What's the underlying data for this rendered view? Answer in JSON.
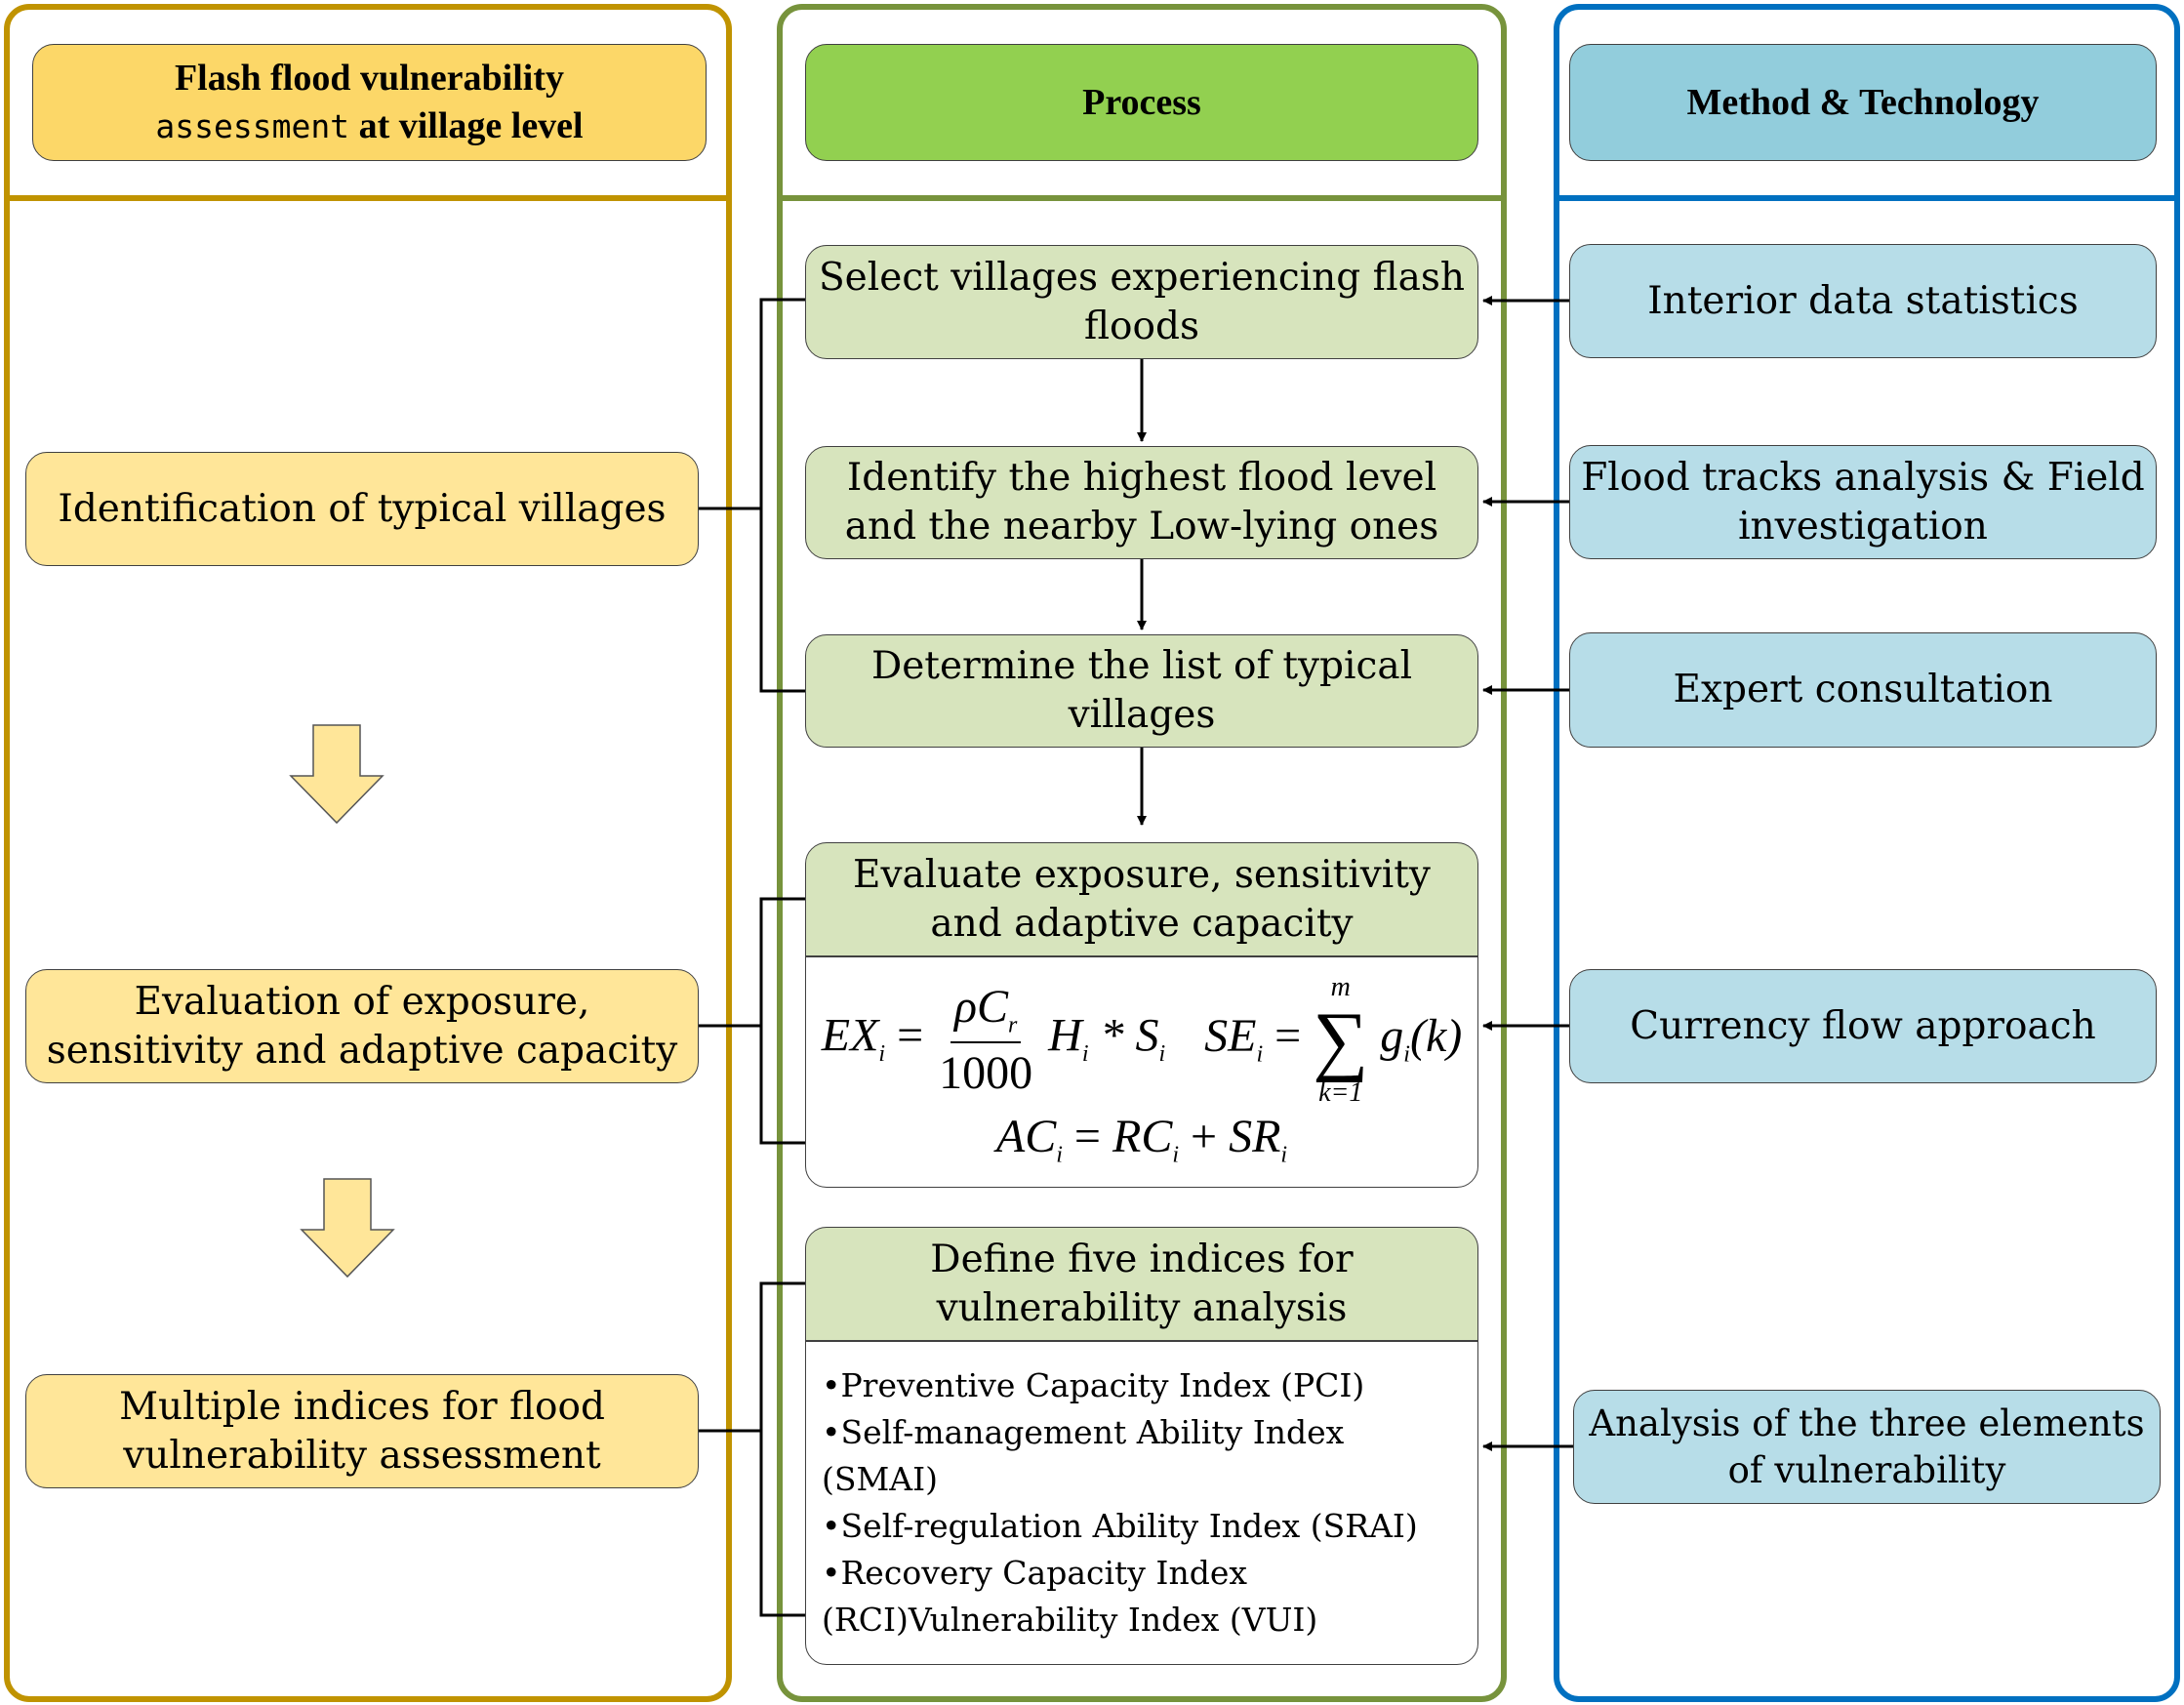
{
  "columns": {
    "left": {
      "header_line1": "Flash flood vulnerability",
      "header_line2_mono": "assessment",
      "header_line2_bold": "at village level",
      "steps": [
        {
          "label": "Identification of typical villages"
        },
        {
          "label": "Evaluation of exposure, sensitivity and adaptive capacity"
        },
        {
          "label": "Multiple indices for flood vulnerability assessment"
        }
      ]
    },
    "middle": {
      "header": "Process",
      "steps": [
        {
          "label": "Select villages experiencing flash floods"
        },
        {
          "label": "Identify the highest flood level and the nearby Low-lying ones"
        },
        {
          "label": "Determine the list of typical villages"
        },
        {
          "label": "Evaluate exposure, sensitivity and adaptive capacity"
        },
        {
          "label": "Define five indices for vulnerability analysis"
        }
      ],
      "formulas": {
        "ex_lhs": "EX",
        "ex_num": "ρC",
        "ex_num_sub": "r",
        "ex_den": "1000",
        "ex_rhs": "H",
        "ex_rhs2": "* S",
        "se_lhs": "SE",
        "se_sum_upper": "m",
        "se_sum_lower": "k=1",
        "se_rhs": "g",
        "se_rhs_arg": "(k)",
        "ac_lhs": "AC",
        "ac_rhs1": "RC",
        "ac_rhs2": "SR",
        "sub_i": "i",
        "eq": "=",
        "plus": "+",
        "sigma": "∑"
      },
      "indices": [
        "•Preventive Capacity Index (PCI)",
        "•Self-management Ability Index (SMAI)",
        "•Self-regulation Ability Index (SRAI)",
        "•Recovery Capacity Index",
        "(RCI)Vulnerability Index (VUI)"
      ]
    },
    "right": {
      "header": "Method & Technology",
      "methods": [
        {
          "label": "Interior data statistics"
        },
        {
          "label": "Flood tracks analysis & Field investigation"
        },
        {
          "label": "Expert consultation"
        },
        {
          "label": "Currency flow approach"
        },
        {
          "label": "Analysis of the three elements of vulnerability"
        }
      ]
    }
  },
  "colors": {
    "left_border": "#C09300",
    "middle_border": "#77933C",
    "right_border": "#0070C0",
    "left_header_fill": "#FCD768",
    "middle_header_fill": "#92D050",
    "right_header_fill": "#92CDDC",
    "left_box_fill": "#FFE699",
    "middle_box_fill": "#D7E4BD",
    "right_box_fill": "#B7DDE8"
  }
}
